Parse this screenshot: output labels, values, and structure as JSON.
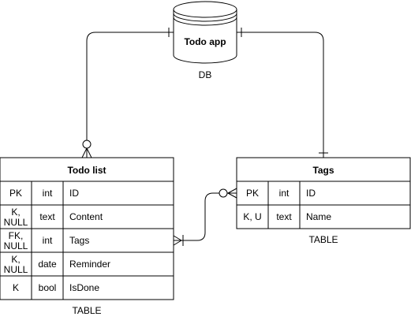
{
  "db": {
    "name": "Todo app",
    "caption": "DB"
  },
  "todo_table": {
    "title": "Todo list",
    "caption": "TABLE",
    "rows": [
      {
        "key": "PK",
        "type": "int",
        "name": "ID"
      },
      {
        "key": "K, NULL",
        "type": "text",
        "name": "Content"
      },
      {
        "key": "FK, NULL",
        "type": "int",
        "name": "Tags"
      },
      {
        "key": "K, NULL",
        "type": "date",
        "name": "Reminder"
      },
      {
        "key": "K",
        "type": "bool",
        "name": "IsDone"
      }
    ]
  },
  "tags_table": {
    "title": "Tags",
    "caption": "TABLE",
    "rows": [
      {
        "key": "PK",
        "type": "int",
        "name": "ID"
      },
      {
        "key": "K, U",
        "type": "text",
        "name": "Name"
      }
    ]
  }
}
